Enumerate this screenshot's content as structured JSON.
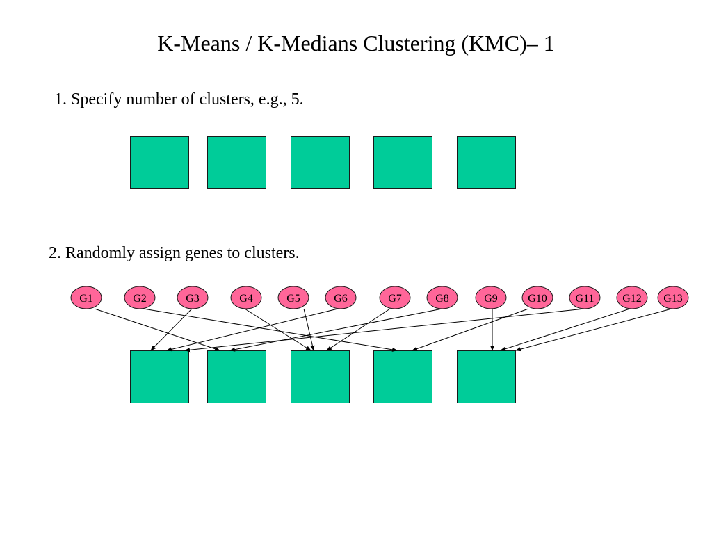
{
  "title": "K-Means / K-Medians Clustering (KMC)– 1",
  "steps": {
    "step1": "1. Specify number of clusters, e.g., 5.",
    "step2": "2. Randomly assign genes to clusters."
  },
  "colors": {
    "cluster_fill": "#00cc99",
    "gene_fill": "#ff6699",
    "outline": "#1a1a1a"
  },
  "genes": [
    "G1",
    "G2",
    "G3",
    "G4",
    "G5",
    "G6",
    "G7",
    "G8",
    "G9",
    "G10",
    "G11",
    "G12",
    "G13"
  ]
}
